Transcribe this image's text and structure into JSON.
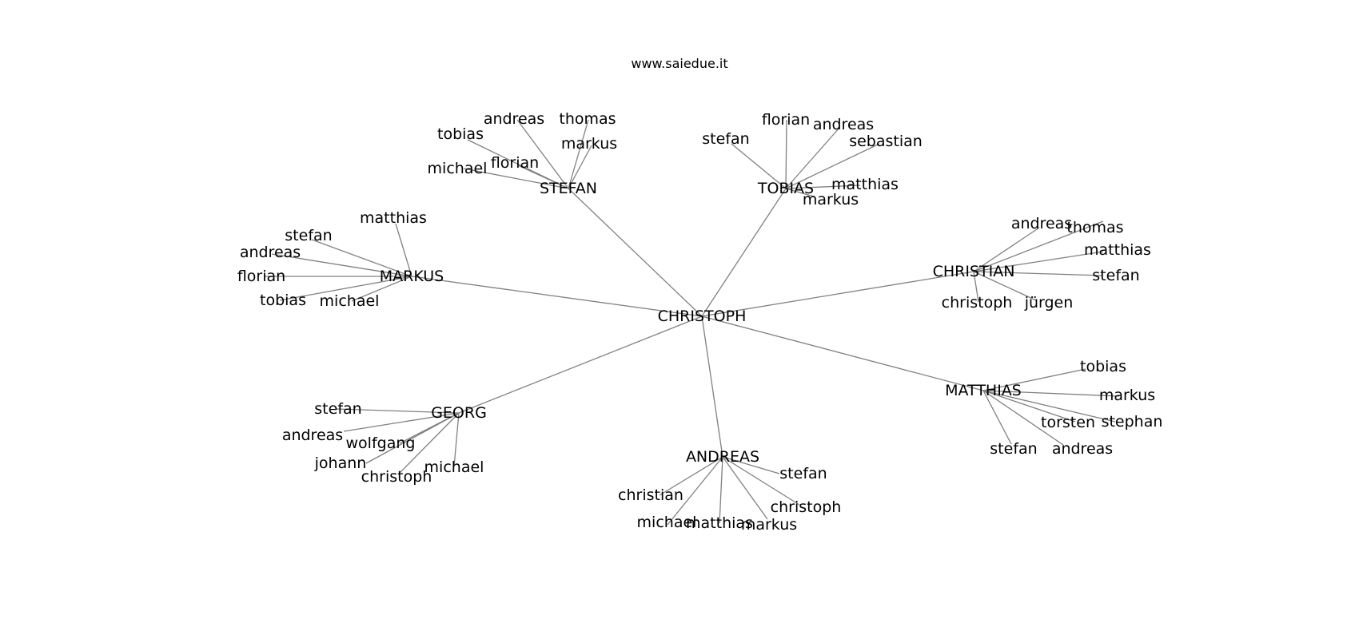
{
  "header": {
    "source": "www.saiedue.it"
  },
  "graph": {
    "root": "CHRISTOPH",
    "hubs": [
      {
        "label": "STEFAN",
        "leaves": [
          "andreas",
          "thomas",
          "tobias",
          "markus",
          "florian",
          "michael"
        ]
      },
      {
        "label": "TOBIAS",
        "leaves": [
          "florian",
          "andreas",
          "stefan",
          "sebastian",
          "matthias",
          "markus"
        ]
      },
      {
        "label": "MARKUS",
        "leaves": [
          "matthias",
          "stefan",
          "andreas",
          "florian",
          "tobias",
          "michael"
        ]
      },
      {
        "label": "CHRISTIAN",
        "leaves": [
          "andreas",
          "thomas",
          "matthias",
          "stefan",
          "christoph",
          "jürgen"
        ]
      },
      {
        "label": "MATTHIAS",
        "leaves": [
          "tobias",
          "markus",
          "torsten",
          "stephan",
          "stefan",
          "andreas"
        ]
      },
      {
        "label": "GEORG",
        "leaves": [
          "stefan",
          "andreas",
          "wolfgang",
          "johann",
          "christoph",
          "michael"
        ]
      },
      {
        "label": "ANDREAS",
        "leaves": [
          "stefan",
          "christian",
          "christoph",
          "michael",
          "matthias",
          "markus"
        ]
      }
    ]
  }
}
